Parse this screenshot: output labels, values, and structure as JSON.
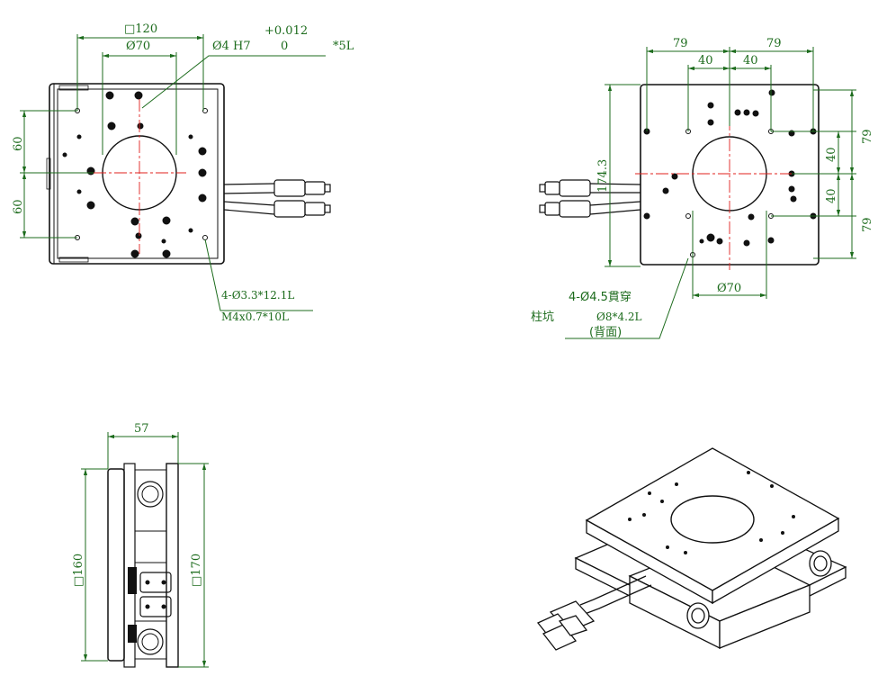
{
  "colors": {
    "outline": "#111111",
    "dimension": "#1c6b1c",
    "centerline": "#e0201e",
    "background": "#ffffff"
  },
  "top_view": {
    "square_120": "□120",
    "dia_70": "Ø70",
    "pin_hole": "Ø4 H7",
    "tol_upper": "+0.012",
    "tol_lower": "0",
    "depth_5l": "*5L",
    "dim_60_a": "60",
    "dim_60_b": "60",
    "note_1": "4-Ø3.3*12.1L",
    "note_2": "M4x0.7*10L"
  },
  "bottom_view": {
    "dim_79_left": "79",
    "dim_79_right": "79",
    "dim_40_left": "40",
    "dim_40_right": "40",
    "dim_174_3": "174.3",
    "dim_79_top": "79",
    "dim_40_top": "40",
    "dim_40_bottom": "40",
    "dim_79_bottom": "79",
    "dia_70": "Ø70",
    "note_through": "4-Ø4.5貫穿",
    "note_counterbore_label": "柱坑",
    "note_counterbore": "Ø8*4.2L",
    "note_back": "(背面)"
  },
  "side_view": {
    "dim_57": "57",
    "square_160": "□160",
    "square_170": "□170"
  }
}
